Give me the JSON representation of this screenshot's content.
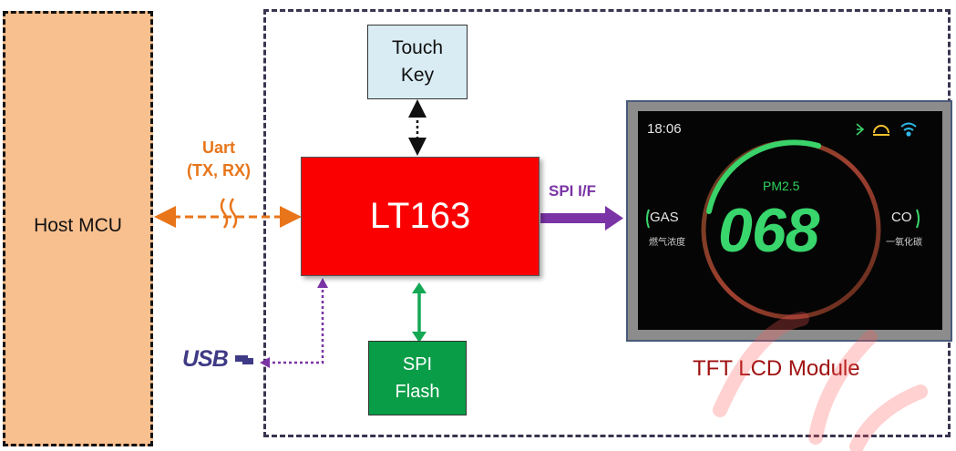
{
  "host": {
    "label": "Host MCU"
  },
  "uart": {
    "line1": "Uart",
    "line2": "(TX, RX)"
  },
  "touch_key": {
    "line1": "Touch",
    "line2": "Key"
  },
  "chip": {
    "label": "LT163"
  },
  "spi_flash": {
    "line1": "SPI",
    "line2": "Flash"
  },
  "spi_if": {
    "label": "SPI I/F"
  },
  "usb": {
    "label": "USB"
  },
  "tft": {
    "label": "TFT LCD Module",
    "screen": {
      "time": "18:06",
      "metric": "PM2.5",
      "reading": "068",
      "left_label": "GAS",
      "left_sub": "燃气浓度",
      "right_label": "CO",
      "right_sub": "一氧化碳"
    }
  },
  "colors": {
    "host_fill": "#f9c08f",
    "chip_fill": "#fb0000",
    "touch_fill": "#d9ecf3",
    "flash_fill": "#0a9d48",
    "uart_arrow": "#e8751a",
    "spi_arrow": "#7a34a5",
    "usb_arrow": "#7a34a5",
    "title_red": "#a01111"
  },
  "icons": [
    "bluetooth-icon",
    "alert-icon",
    "wifi-icon",
    "usb-logo-icon",
    "wave-break-icon"
  ]
}
